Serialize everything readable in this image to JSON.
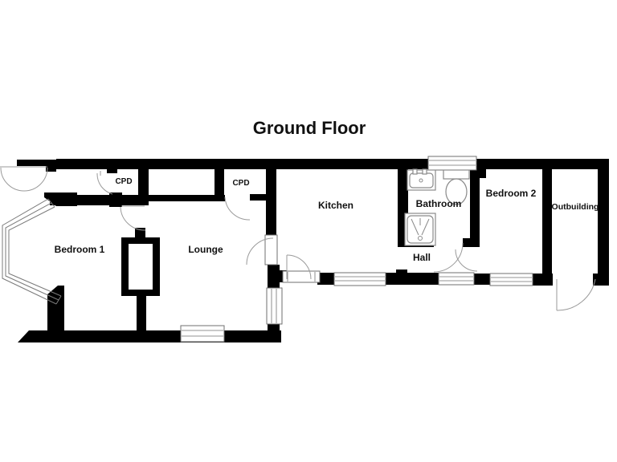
{
  "title": "Ground Floor",
  "rooms": {
    "bedroom1": "Bedroom 1",
    "lounge": "Lounge",
    "kitchen": "Kitchen",
    "bathroom": "Bathroom",
    "hall": "Hall",
    "bedroom2": "Bedroom 2",
    "outbuilding": "Outbuilding",
    "cpd1": "CPD",
    "cpd2": "CPD"
  },
  "colors": {
    "wall": "#000000",
    "detail_line": "#7a7a7a",
    "background": "#ffffff",
    "text": "#111111"
  }
}
